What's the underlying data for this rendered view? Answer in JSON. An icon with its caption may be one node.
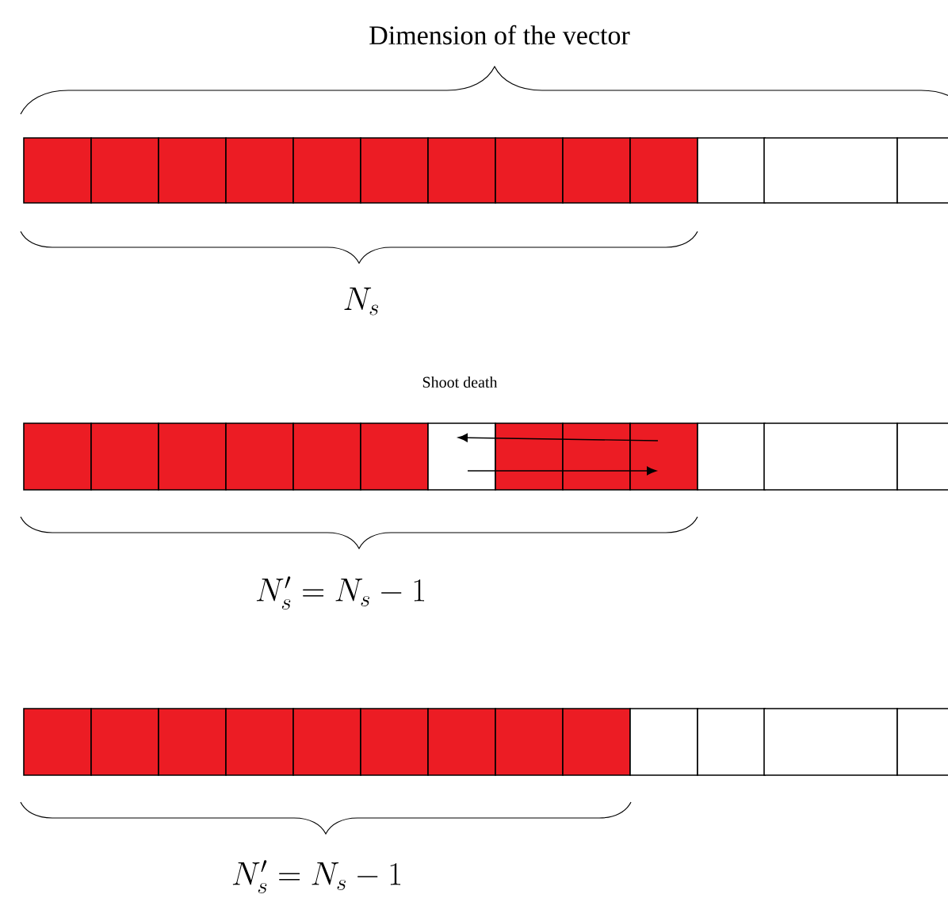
{
  "diagram": {
    "labels": [
      "Dimension of the vector",
      "N_s",
      "Shoot death",
      "N'_s = N_s - 1",
      "N'_s = N_s - 1"
    ]
  }
}
